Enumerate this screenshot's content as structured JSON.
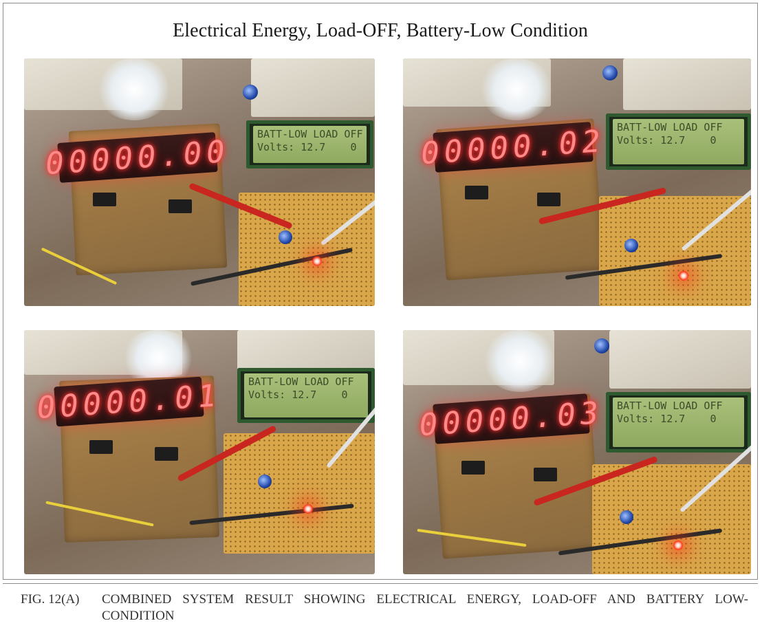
{
  "figure": {
    "title": "Electrical Energy, Load-OFF, Battery-Low Condition",
    "photos": [
      {
        "display_reading": "00000.00",
        "lcd_line1": "BATT-LOW LOAD OFF",
        "lcd_line2": "Volts: 12.7    0"
      },
      {
        "display_reading": "00000.02",
        "lcd_line1": "BATT-LOW LOAD OFF",
        "lcd_line2": "Volts: 12.7    0"
      },
      {
        "display_reading": "00000.01",
        "lcd_line1": "BATT-LOW LOAD OFF",
        "lcd_line2": "Volts: 12.7    0"
      },
      {
        "display_reading": "00000.03",
        "lcd_line1": "BATT-LOW LOAD OFF",
        "lcd_line2": "Volts: 12.7    0"
      }
    ]
  },
  "caption": {
    "label": "FIG. 12(A)",
    "text": "COMBINED SYSTEM RESULT SHOWING ELECTRICAL ENERGY, LOAD-OFF AND BATTERY LOW-CONDITION"
  },
  "colors": {
    "led_segment": "#ff3b3b",
    "lcd_background": "#9ab56b",
    "pcb_brown": "#9b7643",
    "protoboard_yellow": "#d9a64a"
  }
}
